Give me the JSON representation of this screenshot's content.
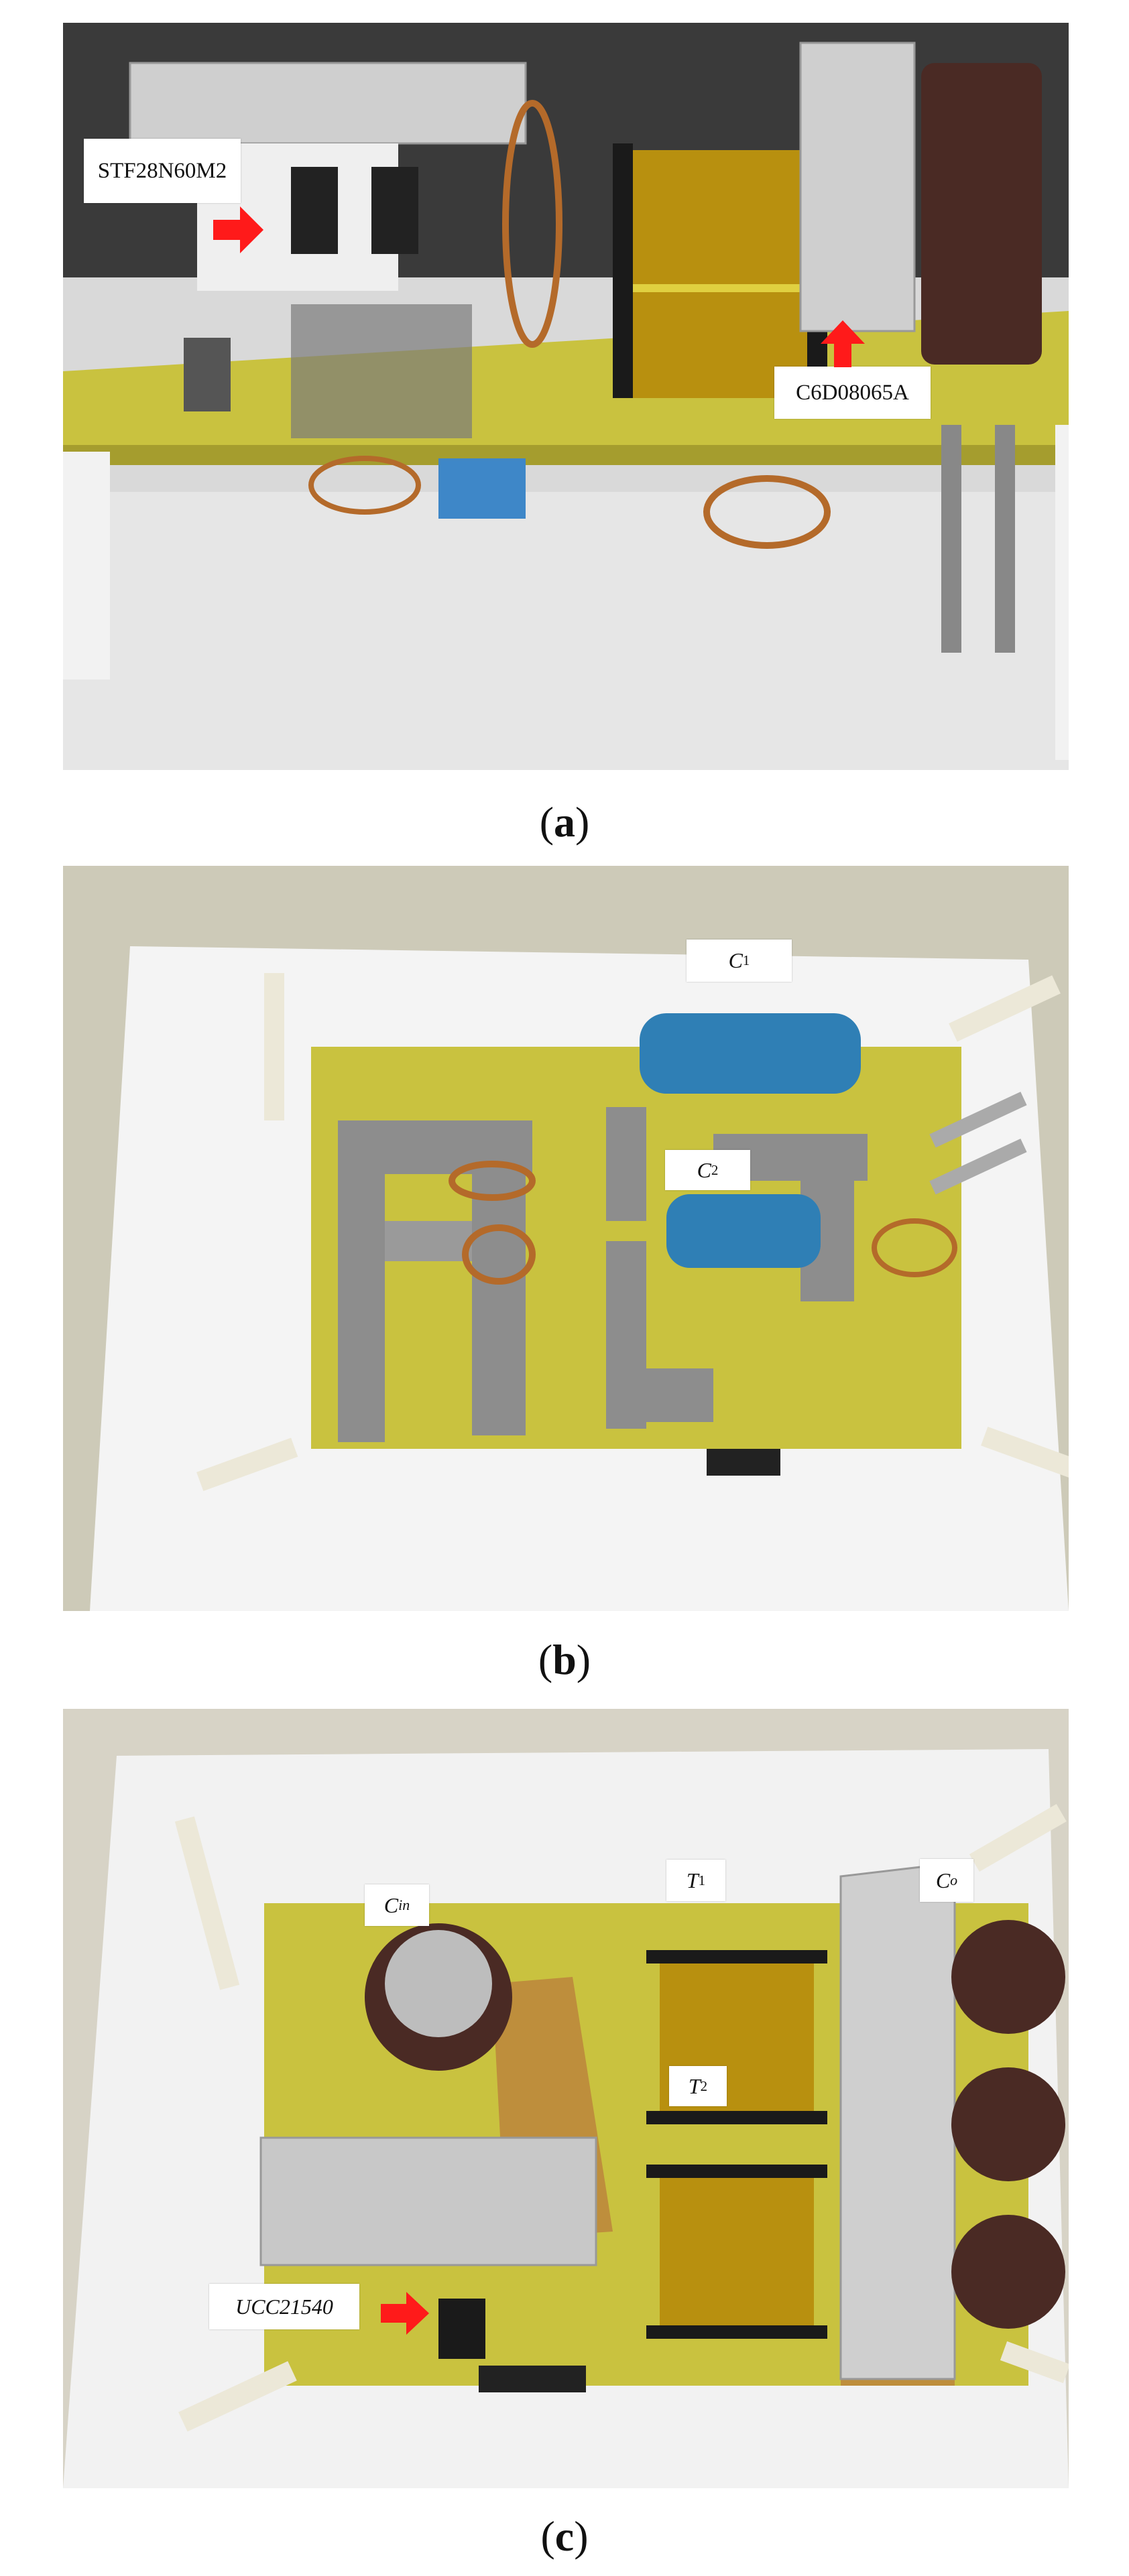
{
  "panels": [
    {
      "caption_open": "(",
      "caption_letter": "a",
      "caption_close": ")",
      "labels": [
        "STF28N60M2",
        "C6D08065A"
      ]
    },
    {
      "caption_open": "(",
      "caption_letter": "b",
      "caption_close": ")",
      "labels": [
        {
          "main": "C",
          "sub": "1"
        },
        {
          "main": "C",
          "sub": "2"
        }
      ]
    },
    {
      "caption_open": "(",
      "caption_letter": "c",
      "caption_close": ")",
      "labels": [
        {
          "main": "C",
          "sub": "in"
        },
        {
          "main": "T",
          "sub": "1"
        },
        {
          "main": "C",
          "sub": "o"
        },
        {
          "main": "T",
          "sub": "2"
        },
        {
          "main": "UCC21540",
          "sub": ""
        }
      ]
    }
  ],
  "colors": {
    "pcb": "#c9c23f",
    "arrow": "#ff1a1a",
    "capacitor_blue": "#2f7fb5",
    "capacitor_brown": "#4a2a24",
    "transformer_tape": "#b8900f"
  }
}
